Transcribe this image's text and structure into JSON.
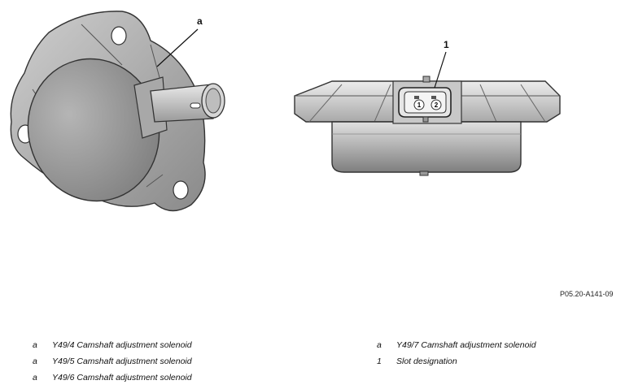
{
  "callouts": {
    "a": "a",
    "one": "1"
  },
  "connector_pins": [
    "1",
    "2"
  ],
  "reference": "P05.20-A141-09",
  "legend_left": [
    {
      "key": "a",
      "text": "Y49/4 Camshaft adjustment solenoid"
    },
    {
      "key": "a",
      "text": "Y49/5 Camshaft adjustment solenoid"
    },
    {
      "key": "a",
      "text": "Y49/6 Camshaft adjustment solenoid"
    }
  ],
  "legend_right": [
    {
      "key": "a",
      "text": "Y49/7 Camshaft adjustment solenoid"
    },
    {
      "key": "1",
      "text": "Slot designation"
    }
  ]
}
